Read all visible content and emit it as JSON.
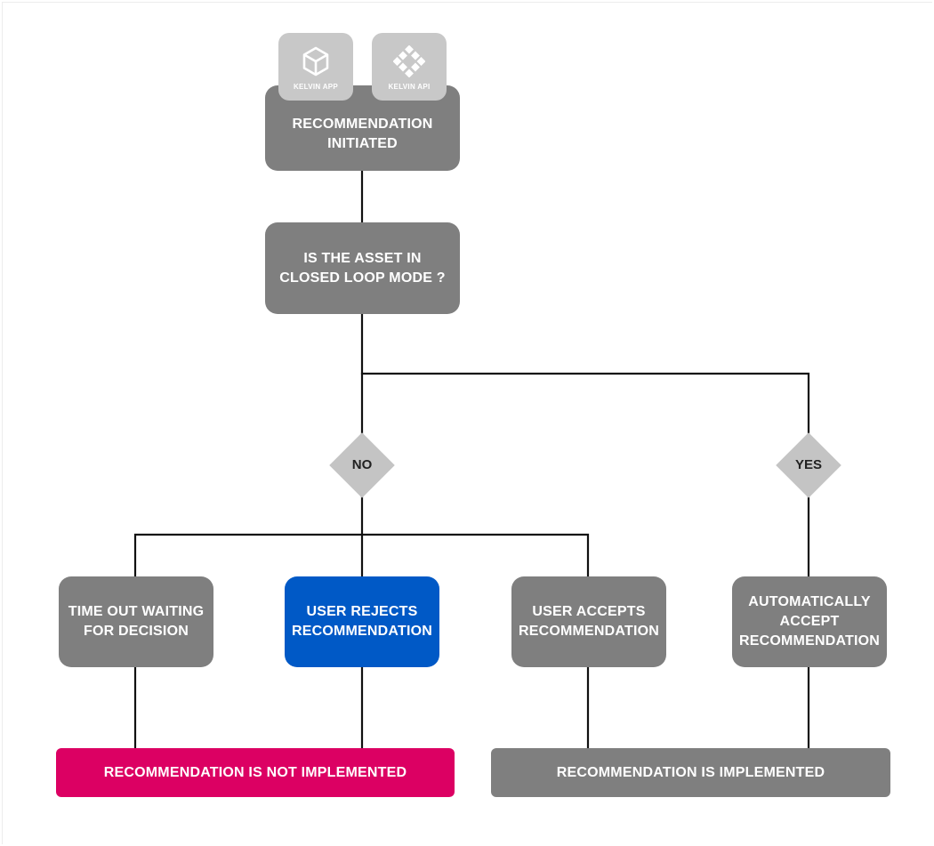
{
  "integrations": [
    {
      "label": "KELVIN APP",
      "icon": "cube-icon"
    },
    {
      "label": "KELVIN API",
      "icon": "api-grid-icon"
    }
  ],
  "nodes": {
    "initiated": "RECOMMENDATION INITIATED",
    "question": "IS THE ASSET IN CLOSED LOOP MODE ?",
    "timeout": "TIME OUT WAITING FOR DECISION",
    "rejects": "USER REJECTS RECOMMENDATION",
    "accepts": "USER ACCEPTS RECOMMENDATION",
    "auto_accept": "AUTOMATICALLY ACCEPT RECOMMENDATION",
    "not_implemented": "RECOMMENDATION IS NOT IMPLEMENTED",
    "implemented": "RECOMMENDATION IS IMPLEMENTED"
  },
  "decisions": {
    "no": "NO",
    "yes": "YES"
  },
  "colors": {
    "gray_node": "#7f7f7f",
    "highlight_blue": "#0059c6",
    "not_implemented_magenta": "#dc0063",
    "diamond": "#c4c4c4",
    "badge": "#c8c8c8",
    "connector": "#111111"
  }
}
